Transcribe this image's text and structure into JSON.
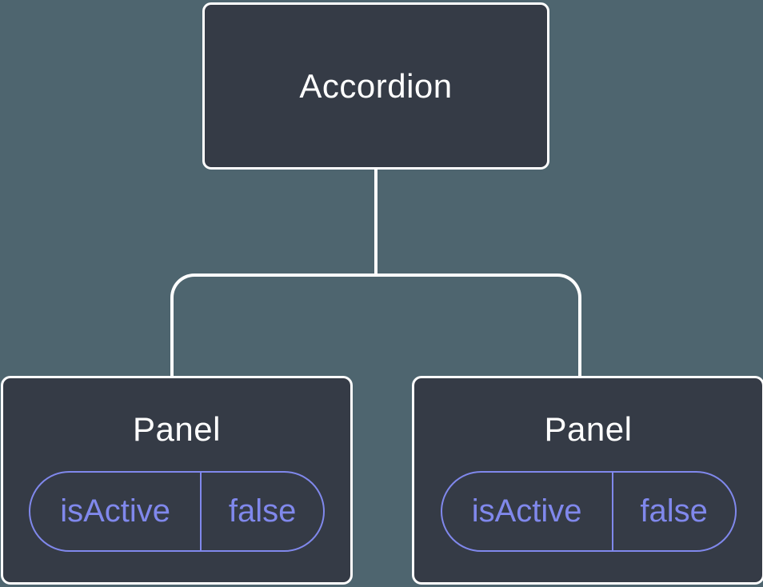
{
  "diagram": {
    "root": {
      "label": "Accordion"
    },
    "children": [
      {
        "label": "Panel",
        "props": [
          {
            "name": "isActive",
            "value": "false"
          }
        ]
      },
      {
        "label": "Panel",
        "props": [
          {
            "name": "isActive",
            "value": "false"
          }
        ]
      }
    ]
  },
  "colors": {
    "background": "#4E656F",
    "node_fill": "#353B46",
    "node_border": "#FFFFFF",
    "node_text": "#FFFFFF",
    "connector": "#FFFFFF",
    "accent_purple": "#8088EC"
  }
}
